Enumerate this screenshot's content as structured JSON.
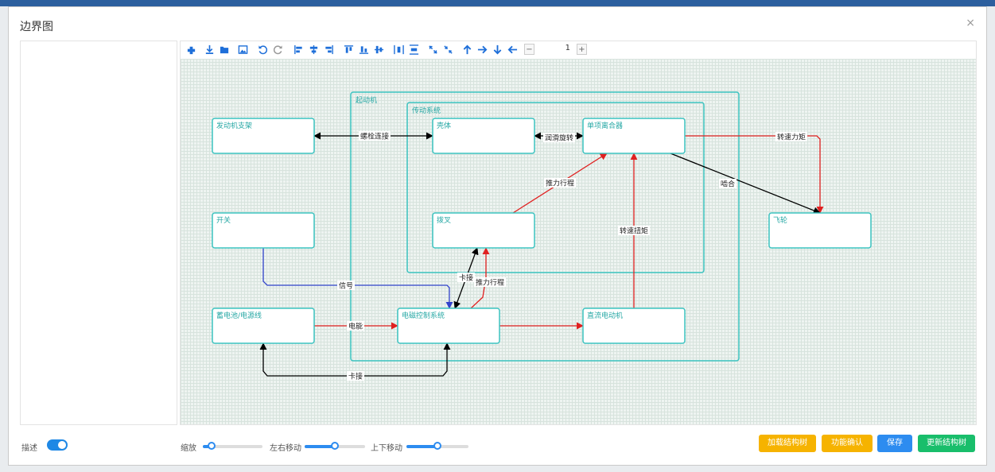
{
  "dialog": {
    "title": "边界图",
    "close_symbol": "×"
  },
  "toolbar": {
    "icons": [
      "component-icon",
      "download-icon",
      "folder-open-icon",
      "image-icon",
      "undo-icon",
      "redo-icon",
      "align-left-icon",
      "align-center-icon",
      "align-right-icon",
      "align-top-icon",
      "align-middle-icon",
      "align-bottom-icon",
      "distribute-horizontal-icon",
      "distribute-vertical-icon",
      "expand-icon",
      "shrink-icon",
      "arrow-up-icon",
      "arrow-right-icon",
      "arrow-down-icon",
      "arrow-left-icon"
    ],
    "zoom_minus": "−",
    "zoom_value": "1",
    "zoom_plus": "+"
  },
  "diagram": {
    "groups": [
      {
        "id": "starter",
        "label": "起动机"
      },
      {
        "id": "transmission",
        "label": "传动系统"
      }
    ],
    "nodes": [
      {
        "id": "mount",
        "label": "发动机支架"
      },
      {
        "id": "switch",
        "label": "开关"
      },
      {
        "id": "battery",
        "label": "蓄电池/电源线"
      },
      {
        "id": "housing",
        "label": "壳体"
      },
      {
        "id": "fork",
        "label": "拨叉"
      },
      {
        "id": "clutch",
        "label": "单项离合器"
      },
      {
        "id": "flywheel",
        "label": "飞轮"
      },
      {
        "id": "control",
        "label": "电磁控制系统"
      },
      {
        "id": "motor",
        "label": "直流电动机"
      }
    ],
    "edges": [
      {
        "id": "e1",
        "label": "螺栓连接",
        "color": "#000000"
      },
      {
        "id": "e2",
        "label": "润滑旋转",
        "color": "#000000"
      },
      {
        "id": "e3",
        "label": "转速力矩",
        "color": "#e02020"
      },
      {
        "id": "e4",
        "label": "啮合",
        "color": "#000000"
      },
      {
        "id": "e5",
        "label": "推力行程",
        "color": "#e02020"
      },
      {
        "id": "e6",
        "label": "转速扭矩",
        "color": "#e02020"
      },
      {
        "id": "e7",
        "label": "信号",
        "color": "#3344cc"
      },
      {
        "id": "e8",
        "label": "卡接",
        "color": "#000000"
      },
      {
        "id": "e9",
        "label": "推力行程",
        "color": "#e02020"
      },
      {
        "id": "e10",
        "label": "电能",
        "color": "#e02020"
      },
      {
        "id": "e11",
        "label": "",
        "color": "#e02020"
      },
      {
        "id": "e12",
        "label": "卡接",
        "color": "#000000"
      }
    ]
  },
  "bottom": {
    "describe_label": "描述",
    "describe_on": true,
    "zoom_label": "缩放",
    "zoom_level": 0.15,
    "horizontal_label": "左右移动",
    "horizontal_level": 0.5,
    "vertical_label": "上下移动",
    "vertical_level": 0.5,
    "buttons": {
      "load": "加载结构树",
      "confirm": "功能确认",
      "save": "保存",
      "update": "更新结构树"
    },
    "colors": {
      "load": "#f6b300",
      "confirm": "#f6b300",
      "save": "#2d8cf0",
      "update": "#19be6b"
    }
  }
}
